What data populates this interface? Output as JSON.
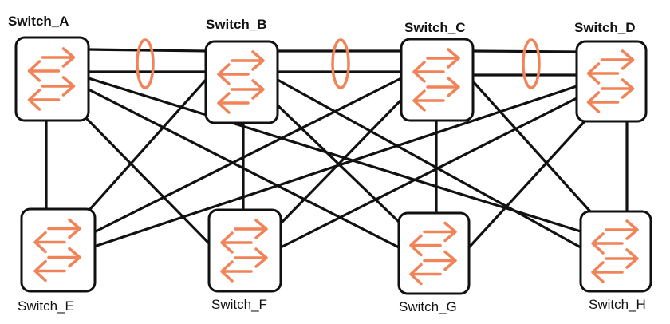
{
  "diagram": {
    "title": "",
    "colors": {
      "switch_icon": "#F08358",
      "lag_ring": "#F08358",
      "link": "#111111",
      "box_border": "#111111"
    },
    "switches": [
      {
        "id": "A",
        "label": "Switch_A",
        "tier": "top"
      },
      {
        "id": "B",
        "label": "Switch_B",
        "tier": "top"
      },
      {
        "id": "C",
        "label": "Switch_C",
        "tier": "top"
      },
      {
        "id": "D",
        "label": "Switch_D",
        "tier": "top"
      },
      {
        "id": "E",
        "label": "Switch_E",
        "tier": "bottom"
      },
      {
        "id": "F",
        "label": "Switch_F",
        "tier": "bottom"
      },
      {
        "id": "G",
        "label": "Switch_G",
        "tier": "bottom"
      },
      {
        "id": "H",
        "label": "Switch_H",
        "tier": "bottom"
      }
    ],
    "aggregated_links": [
      {
        "from": "A",
        "to": "B",
        "member_links": 2,
        "icon": "lag-ellipse-icon"
      },
      {
        "from": "B",
        "to": "C",
        "member_links": 2,
        "icon": "lag-ellipse-icon"
      },
      {
        "from": "C",
        "to": "D",
        "member_links": 2,
        "icon": "lag-ellipse-icon"
      }
    ],
    "links": [
      {
        "from": "A",
        "to": "E"
      },
      {
        "from": "A",
        "to": "F"
      },
      {
        "from": "A",
        "to": "G"
      },
      {
        "from": "A",
        "to": "H"
      },
      {
        "from": "B",
        "to": "E"
      },
      {
        "from": "B",
        "to": "F"
      },
      {
        "from": "B",
        "to": "G"
      },
      {
        "from": "B",
        "to": "H"
      },
      {
        "from": "C",
        "to": "E"
      },
      {
        "from": "C",
        "to": "F"
      },
      {
        "from": "C",
        "to": "G"
      },
      {
        "from": "C",
        "to": "H"
      },
      {
        "from": "D",
        "to": "E"
      },
      {
        "from": "D",
        "to": "F"
      },
      {
        "from": "D",
        "to": "G"
      },
      {
        "from": "D",
        "to": "H"
      }
    ],
    "switch_icon": "bidirectional-arrows-icon"
  }
}
